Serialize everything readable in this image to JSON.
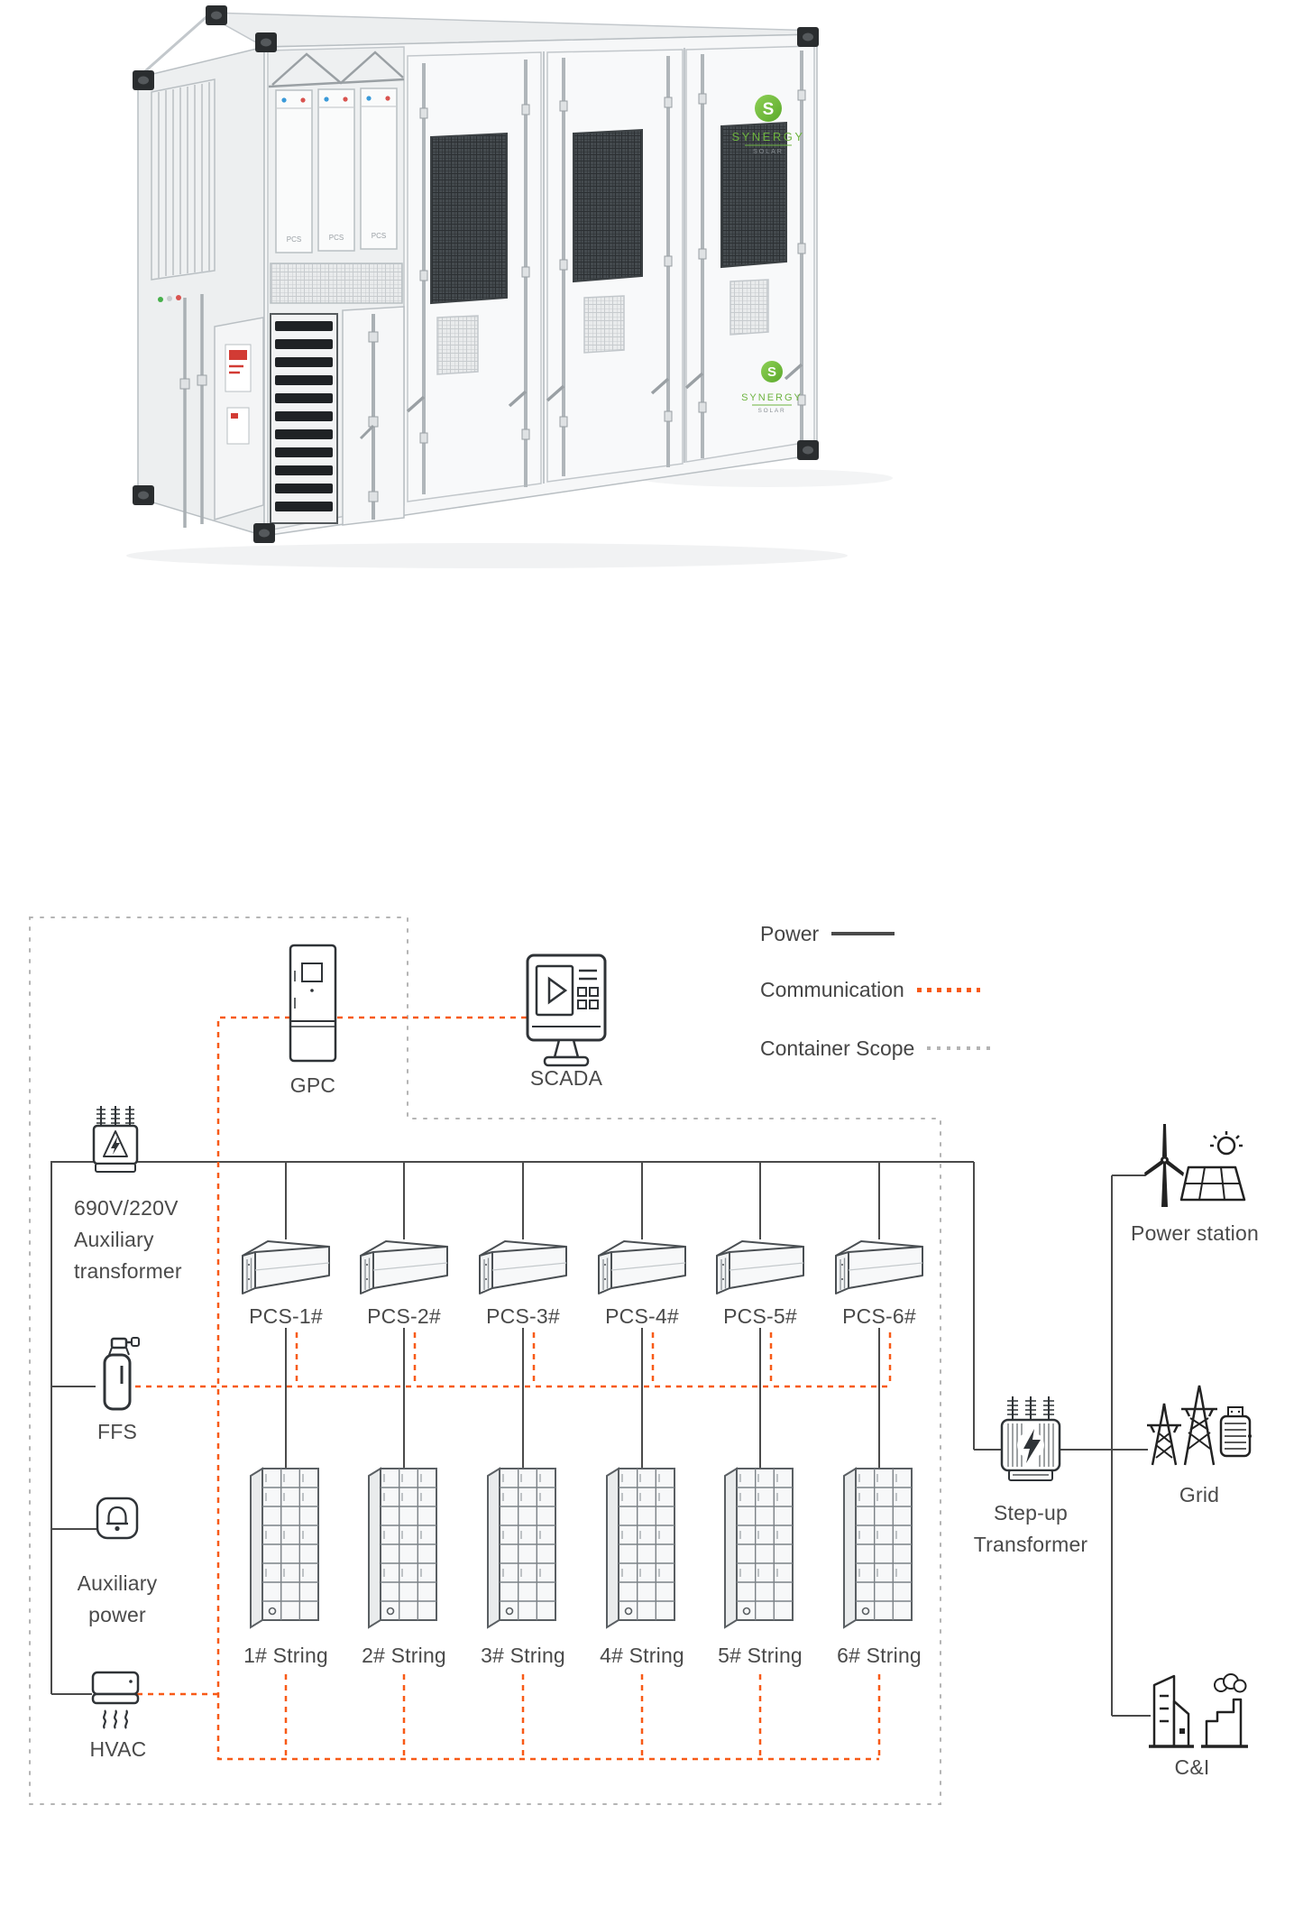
{
  "product": {
    "brand": "SYNERGY",
    "brand_sub": "SOLAR",
    "module_label": "PCS"
  },
  "legend": {
    "items": [
      {
        "label": "Power",
        "style": "solid"
      },
      {
        "label": "Communication",
        "style": "orange-dotted"
      },
      {
        "label": "Container Scope",
        "style": "gray-dotted"
      }
    ]
  },
  "nodes": {
    "gpc": {
      "label": "GPC"
    },
    "scada": {
      "label": "SCADA"
    },
    "aux_transformer": {
      "line1": "690V/220V",
      "line2": "Auxiliary",
      "line3": "transformer"
    },
    "ffs": {
      "label": "FFS"
    },
    "aux_power": {
      "line1": "Auxiliary",
      "line2": "power"
    },
    "hvac": {
      "label": "HVAC"
    },
    "stepup_transformer": {
      "line1": "Step-up",
      "line2": "Transformer"
    },
    "power_station": {
      "label": "Power station"
    },
    "grid": {
      "label": "Grid"
    },
    "ci": {
      "label": "C&I"
    }
  },
  "pcs_units": [
    {
      "label": "PCS-1#"
    },
    {
      "label": "PCS-2#"
    },
    {
      "label": "PCS-3#"
    },
    {
      "label": "PCS-4#"
    },
    {
      "label": "PCS-5#"
    },
    {
      "label": "PCS-6#"
    }
  ],
  "string_units": [
    {
      "label": "1# String"
    },
    {
      "label": "2# String"
    },
    {
      "label": "3# String"
    },
    {
      "label": "4# String"
    },
    {
      "label": "5# String"
    },
    {
      "label": "6# String"
    }
  ],
  "colors": {
    "power_line": "#4a4a4a",
    "communication_line": "#f85a17",
    "container_scope_line": "#b4b4b4",
    "brand_green": "#6db33f"
  }
}
